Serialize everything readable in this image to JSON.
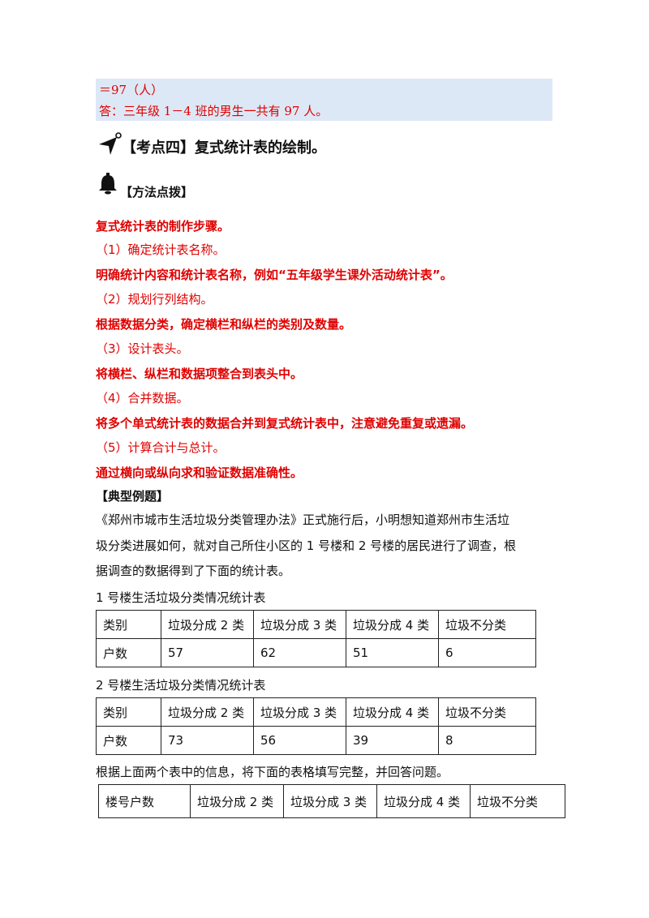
{
  "answer_box": {
    "line1": "＝97（人）",
    "line2": "答：三年级 1－4 班的男生一共有 97 人。"
  },
  "section_heading": "【考点四】复式统计表的绘制。",
  "method_heading": "【方法点拨】",
  "method": {
    "title": "复式统计表的制作步骤。",
    "steps": [
      {
        "label": "（1）确定统计表名称。",
        "desc": "明确统计内容和统计表名称，例如“五年级学生课外活动统计表”。"
      },
      {
        "label": "（2）规划行列结构。",
        "desc": "根据数据分类，确定横栏和纵栏的类别及数量。"
      },
      {
        "label": "（3）设计表头。",
        "desc": "将横栏、纵栏和数据项整合到表头中。"
      },
      {
        "label": "（4）合并数据。",
        "desc": "将多个单式统计表的数据合并到复式统计表中，注意避免重复或遗漏。"
      },
      {
        "label": "（5）计算合计与总计。",
        "desc": "通过横向或纵向求和验证数据准确性。"
      }
    ]
  },
  "example_heading": "【典型例题】",
  "problem_lines": [
    "《郑州市城市生活垃圾分类管理办法》正式施行后，小明想知道郑州市生活垃",
    "圾分类进展如何，就对自己所住小区的 1 号楼和 2 号楼的居民进行了调查，根",
    "据调查的数据得到了下面的统计表。"
  ],
  "table1": {
    "caption": "1 号楼生活垃圾分类情况统计表",
    "headers": [
      "类别",
      "垃圾分成 2 类",
      "垃圾分成 3 类",
      "垃圾分成 4 类",
      "垃圾不分类"
    ],
    "row": [
      "户数",
      "57",
      "62",
      "51",
      "6"
    ]
  },
  "table2": {
    "caption": "2 号楼生活垃圾分类情况统计表",
    "headers": [
      "类别",
      "垃圾分成 2 类",
      "垃圾分成 3 类",
      "垃圾分成 4 类",
      "垃圾不分类"
    ],
    "row": [
      "户数",
      "73",
      "56",
      "39",
      "8"
    ]
  },
  "instruction": "根据上面两个表中的信息，将下面的表格填写完整，并回答问题。",
  "table3": {
    "headers": [
      "楼号户数",
      "垃圾分成 2 类",
      "垃圾分成 3 类",
      "垃圾分成 4 类",
      "垃圾不分类"
    ]
  }
}
